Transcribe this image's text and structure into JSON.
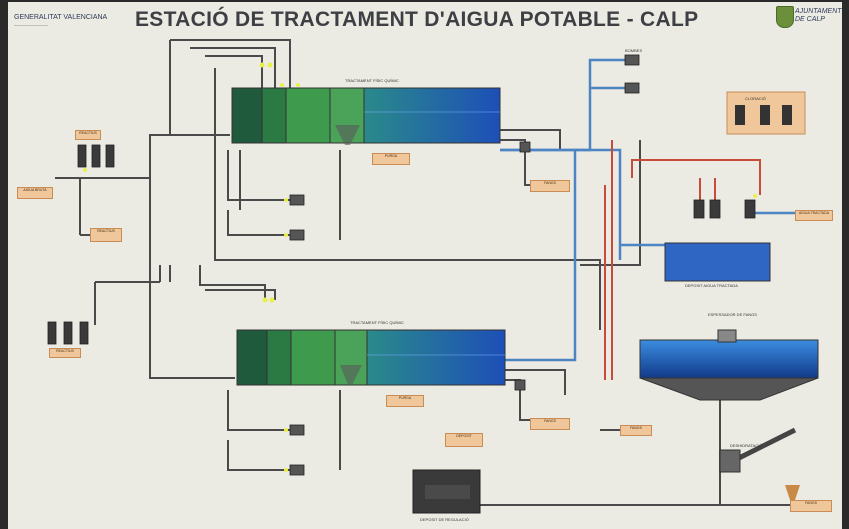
{
  "title": "ESTACIÓ DE TRACTAMENT D'AIGUA POTABLE - CALP",
  "left_logo": {
    "name": "GENERALITAT VALENCIANA"
  },
  "right_logo": {
    "line1": "AJUNTAMENT",
    "line2": "DE CALP"
  },
  "colors": {
    "background": "#ecebe3",
    "pipe_gray": "#4a4a4a",
    "pipe_blue": "#4d84c4",
    "pipe_red": "#c84a3a",
    "tank_blue": "#2f66c4",
    "tank_green": "#3e9a4d",
    "tag_orange": "#f0c79a"
  },
  "tags": {
    "entrada_agua_bruta": "AIGUA BRUTA",
    "reactius_1": "REACTIUS",
    "reactius_2": "REACTIUS",
    "to_line1": "",
    "purga_1": "PURGA",
    "aigua_tractada": "AIGUA TRACTADA",
    "fangs": "FANGS",
    "purga_2": "PURGA",
    "sortida_fangs": "FANGS",
    "deposit": "DEPOSIT",
    "fangs_out": "FANGS",
    "reactius_3": "REACTIUS",
    "to_fangs": "FANGS",
    "dosificacio": ""
  },
  "labels": {
    "line1": "TRACTAMENT FÍSIC QUÍMIC",
    "line2": "TRACTAMENT FÍSIC QUÍMIC",
    "deposit": "DEPOSIT AIGUA TRACTADA",
    "espesador": "ESPESSADOR DE FANGS",
    "deshidratacio": "DESHIDRATACIÓ",
    "bombeig": "DEPOSIT DE REGULACIÓ",
    "bombes": "BOMBES",
    "cloracio": "CLORACIÓ"
  }
}
